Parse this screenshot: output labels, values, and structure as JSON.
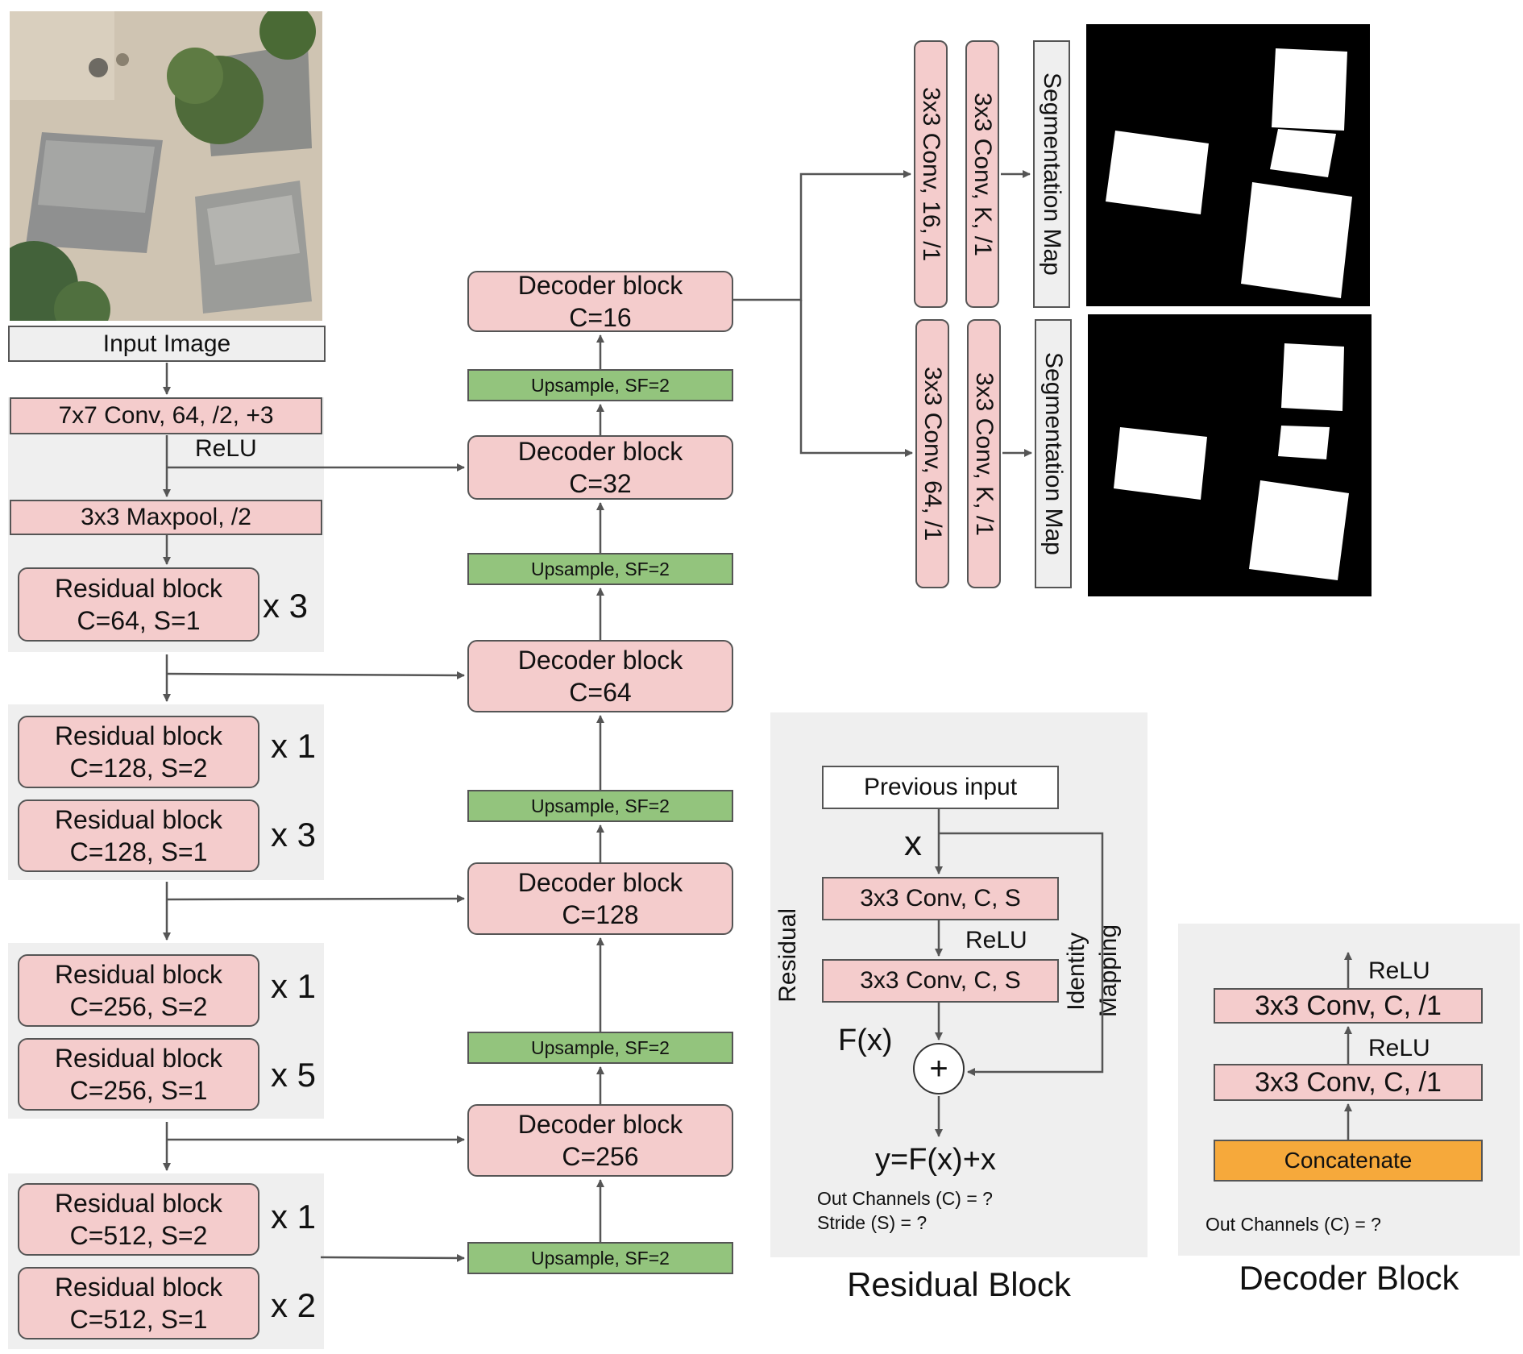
{
  "encoder": {
    "input_label": "Input Image",
    "conv7": "7x7 Conv, 64, /2, +3",
    "relu": "ReLU",
    "maxpool": "3x3 Maxpool, /2",
    "res_title": "Residual block",
    "blocks": [
      {
        "params": "C=64, S=1",
        "mult": "x 3"
      },
      {
        "params": "C=128, S=2",
        "mult": "x 1"
      },
      {
        "params": "C=128, S=1",
        "mult": "x 3"
      },
      {
        "params": "C=256, S=2",
        "mult": "x 1"
      },
      {
        "params": "C=256, S=1",
        "mult": "x 5"
      },
      {
        "params": "C=512, S=2",
        "mult": "x 1"
      },
      {
        "params": "C=512, S=1",
        "mult": "x 2"
      }
    ]
  },
  "decoder": {
    "title": "Decoder block",
    "upsample": "Upsample, SF=2",
    "blocks": [
      "C=16",
      "C=32",
      "C=64",
      "C=128",
      "C=256"
    ]
  },
  "heads": {
    "top": {
      "conv1": "3x3 Conv, 16, /1",
      "conv2": "3x3 Conv, K, /1",
      "output": "Segmentation Map"
    },
    "bottom": {
      "conv1": "3x3 Conv, 64, /1",
      "conv2": "3x3 Conv, K, /1",
      "output": "Segmentation Map"
    }
  },
  "residual_detail": {
    "caption": "Residual Block",
    "previous_input": "Previous input",
    "x": "x",
    "conv": "3x3 Conv, C, S",
    "relu": "ReLU",
    "fx": "F(x)",
    "plus": "+",
    "output": "y=F(x)+x",
    "residual_label": "Residual",
    "identity_label": "Identity",
    "mapping_label": "Mapping",
    "out_channels": "Out Channels  (C) = ?",
    "stride": "Stride (S) = ?"
  },
  "decoder_detail": {
    "caption": "Decoder Block",
    "relu": "ReLU",
    "conv": "3x3 Conv, C, /1",
    "concat": "Concatenate",
    "out_channels": "Out Channels  (C) = ?"
  },
  "colors": {
    "pink_block": "#f4cccc",
    "green_block": "#93c47d",
    "orange_block": "#f6a93b",
    "panel_grey": "#efefef",
    "line": "#555555"
  }
}
